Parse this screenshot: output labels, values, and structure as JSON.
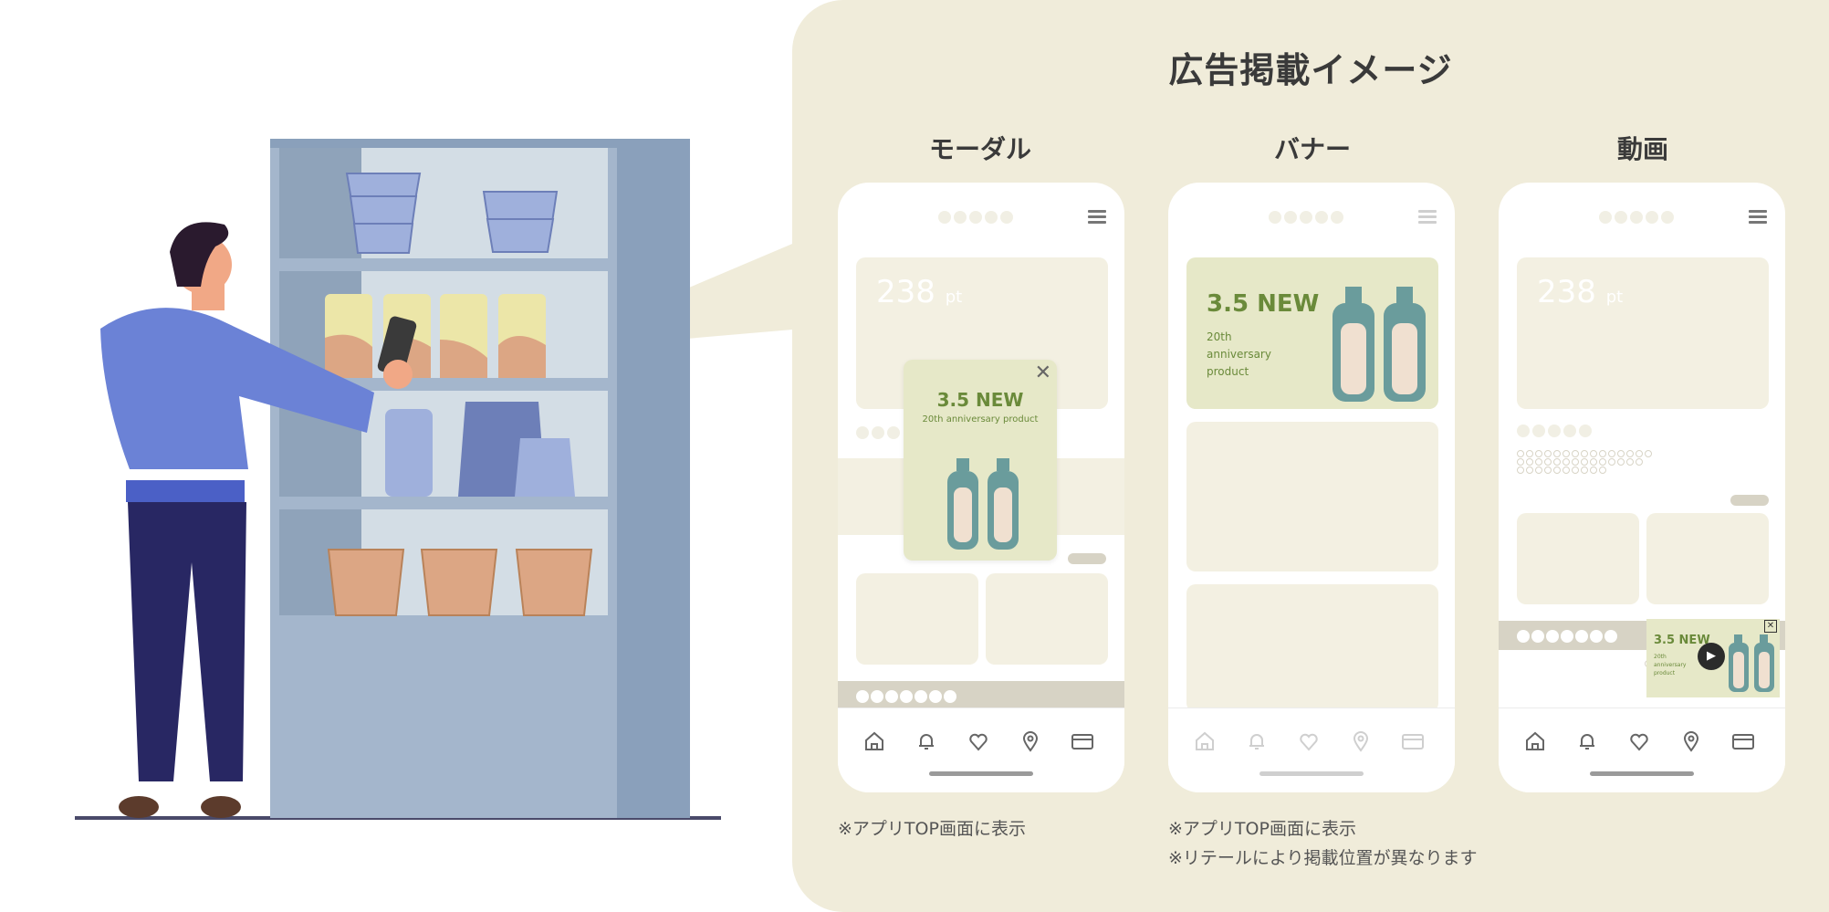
{
  "panel": {
    "title": "広告掲載イメージ"
  },
  "columns": [
    {
      "title": "モーダル",
      "points": "238",
      "points_unit": "pt"
    },
    {
      "title": "バナー"
    },
    {
      "title": "動画",
      "points": "238",
      "points_unit": "pt"
    }
  ],
  "ads": {
    "modal": {
      "headline": "3.5 NEW",
      "sub": "20th anniversary product"
    },
    "banner": {
      "headline": "3.5 NEW",
      "sub_lines": [
        "20th",
        "anniversary",
        "product"
      ]
    },
    "video": {
      "headline": "3.5 NEW",
      "sub_lines": [
        "20th",
        "anniversary",
        "product"
      ]
    }
  },
  "nav_icons": [
    "home-icon",
    "bell-icon",
    "heart-icon",
    "location-pin-icon",
    "card-icon"
  ],
  "notes": {
    "modal": "※アプリTOP画面に表示",
    "banner_1": "※アプリTOP画面に表示",
    "banner_2": "※リテールにより掲載位置が異なります"
  },
  "colors": {
    "panel_bg": "#f0ecda",
    "ad_green": "#6a8a3a",
    "bottle": "#6a9c9c"
  }
}
